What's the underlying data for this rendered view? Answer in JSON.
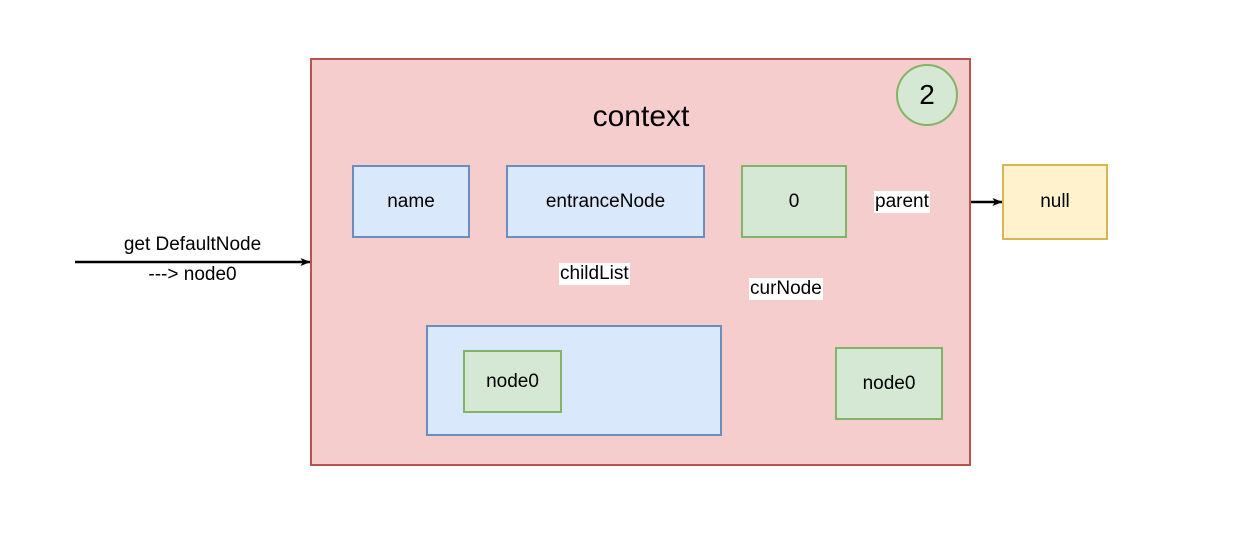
{
  "diagram": {
    "title": "context",
    "step_badge": "2",
    "palette": {
      "pink_fill": "#f5cdcd",
      "pink_stroke": "#b85450",
      "blue_fill": "#dae8fc",
      "blue_stroke": "#6c8ebf",
      "green_fill": "#d5e8d4",
      "green_stroke": "#82b366",
      "yellow_fill": "#fff2cc",
      "yellow_stroke": "#d6b656",
      "edge_stroke": "#000000",
      "label_bg": "#ffffff"
    },
    "entry_arrow": {
      "label_line1": "get DefaultNode",
      "label_line2": "---> node0"
    },
    "nodes": {
      "name_box": "name",
      "entrance_node_box": "entranceNode",
      "index_box": "0",
      "null_box": "null",
      "child_list_node0": "node0",
      "cur_node_node0": "node0"
    },
    "edge_labels": {
      "child_list": "childList",
      "cur_node": "curNode",
      "parent": "parent"
    }
  }
}
